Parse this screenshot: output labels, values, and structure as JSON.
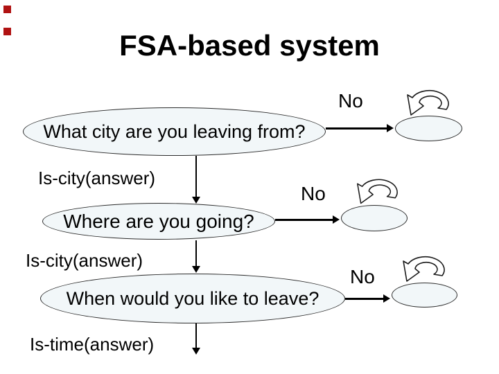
{
  "title": "FSA-based system",
  "decor": {
    "square_color": "#b01212"
  },
  "colors": {
    "background": "#ffffff",
    "node_fill": "#f2f7f9",
    "node_stroke": "#2a2a2a",
    "connector": "#000000",
    "text": "#000000"
  },
  "states": {
    "q1": "What city are you leaving from?",
    "q2": "Where are you going?",
    "q3": "When would you like to leave?"
  },
  "transitions": {
    "t1": "Is-city(answer)",
    "t2": "Is-city(answer)",
    "t3": "Is-time(answer)"
  },
  "edge_labels": {
    "no1": "No",
    "no2": "No",
    "no3": "No"
  }
}
